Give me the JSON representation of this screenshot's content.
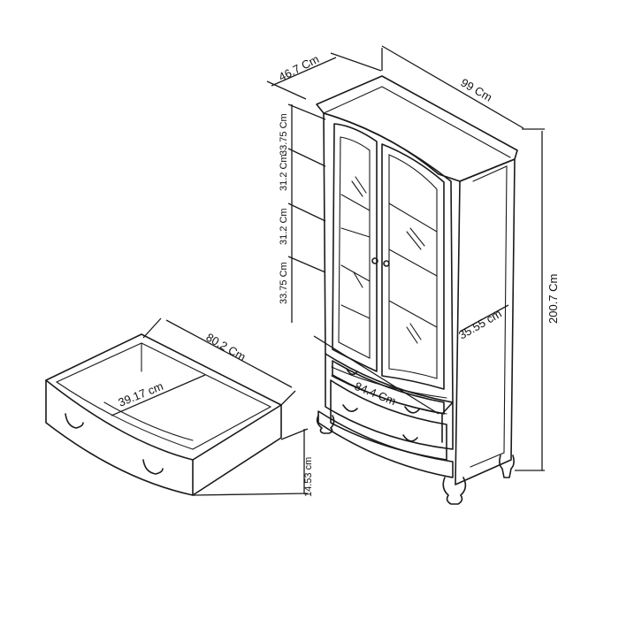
{
  "dimensions": {
    "depth": "46.7 Cm",
    "width": "99 Cm",
    "height": "200.7 Cm",
    "shelf_top": "33.75 Cm",
    "shelf_2": "31.2 Cm",
    "shelf_3": "31.2 Cm",
    "shelf_bottom": "33.75 Cm",
    "inner_depth": "35.55 cm",
    "inner_width": "84.4 Cm",
    "drawer_length": "80.2 Cm",
    "drawer_width": "39.17 cm",
    "drawer_height": "14.53 cm"
  }
}
